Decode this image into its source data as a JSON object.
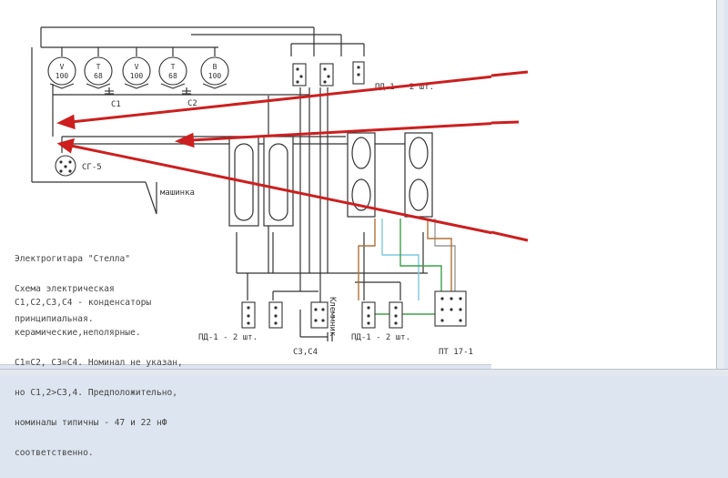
{
  "schematic": {
    "description_lines": [
      "Электрогитара \"Стелла\"",
      "Схема электрическая",
      "принципиальная."
    ],
    "notes_lines": [
      "C1,C2,C3,C4 - конденсаторы",
      "керамические,неполярные.",
      "C1=C2, C3=C4. Номинал не указан,",
      "но C1,2>C3,4. Предположительно,",
      "номиналы типичны - 47 и 22 нФ",
      "соответственно."
    ],
    "pots": [
      {
        "letter": "V",
        "value": "100"
      },
      {
        "letter": "T",
        "value": "68"
      },
      {
        "letter": "V",
        "value": "100"
      },
      {
        "letter": "T",
        "value": "68"
      },
      {
        "letter": "B",
        "value": "100"
      }
    ],
    "labels": {
      "c1": "C1",
      "c2": "C2",
      "connector": "СГ-5",
      "bridge": "машинка",
      "switch_top": "ПД-1 - 2 шт.",
      "switch_bottom_left": "ПД-1 - 2 шт.",
      "switch_bottom_mid": "ПД-1 - 2 шт.",
      "terminal": "Клеммник",
      "caps_bottom": "C3,C4",
      "switch_pt": "ПТ 17-1"
    },
    "colors": {
      "arrow": "#cc1f1f",
      "wire": "#333333",
      "wire_brown": "#b0723a",
      "wire_green": "#3ea04a",
      "wire_lightblue": "#7fc7dd",
      "wire_grey": "#9a9a9a"
    }
  }
}
